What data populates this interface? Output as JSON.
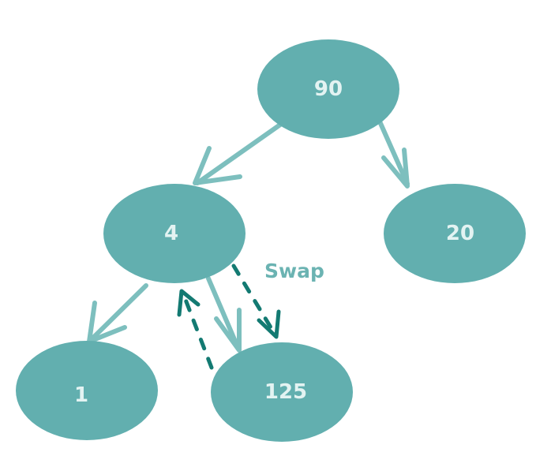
{
  "colors": {
    "node_fill": "#62afaf",
    "edge": "#7dbfbe",
    "swap_arrow": "#137a72",
    "swap_text": "#6bb3b2",
    "node_text": "#e3f3f2"
  },
  "nodes": {
    "root": {
      "label": "90"
    },
    "left": {
      "label": "4"
    },
    "right": {
      "label": "20"
    },
    "left_left": {
      "label": "1"
    },
    "left_right": {
      "label": "125"
    }
  },
  "swap": {
    "label": "Swap"
  }
}
